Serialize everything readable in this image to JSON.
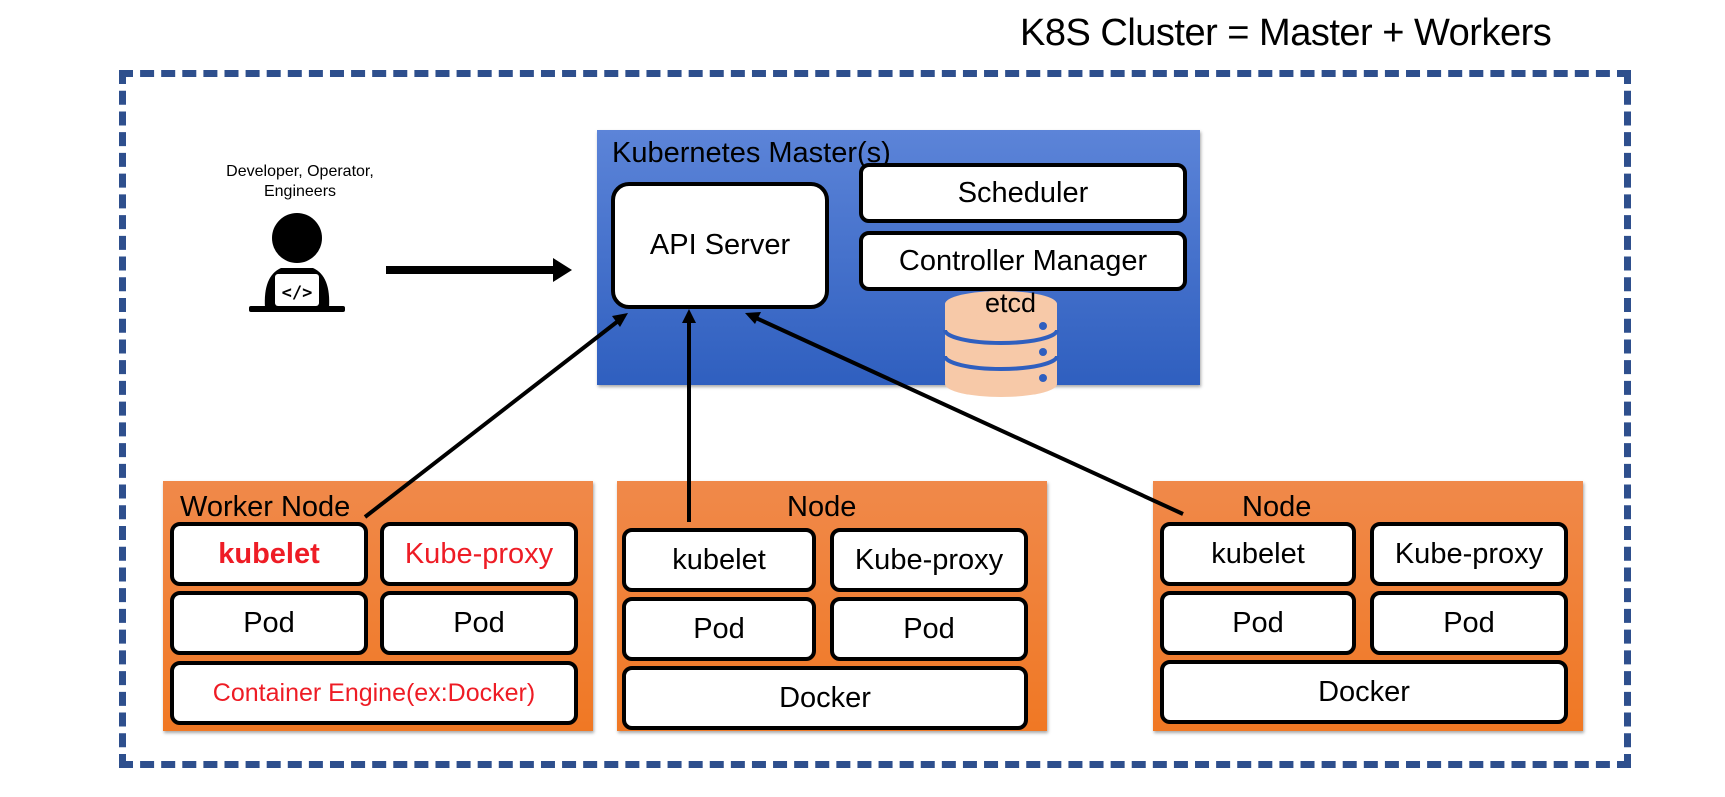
{
  "title": "K8S Cluster = Master + Workers",
  "developer": {
    "label_line1": "Developer, Operator,",
    "label_line2": "Engineers"
  },
  "master": {
    "title": "Kubernetes Master(s)",
    "api_server": "API Server",
    "scheduler": "Scheduler",
    "controller_manager": "Controller Manager",
    "etcd": "etcd"
  },
  "nodes": [
    {
      "title": "Worker Node",
      "kubelet": "kubelet",
      "kube_proxy": "Kube-proxy",
      "pod1": "Pod",
      "pod2": "Pod",
      "runtime": "Container Engine(ex:Docker)"
    },
    {
      "title": "Node",
      "kubelet": "kubelet",
      "kube_proxy": "Kube-proxy",
      "pod1": "Pod",
      "pod2": "Pod",
      "runtime": "Docker"
    },
    {
      "title": "Node",
      "kubelet": "kubelet",
      "kube_proxy": "Kube-proxy",
      "pod1": "Pod",
      "pod2": "Pod",
      "runtime": "Docker"
    }
  ],
  "colors": {
    "cluster_border": "#2e4f8d",
    "master_fill": "#3f6ccb",
    "node_fill": "#f07f35",
    "highlight_text": "#ee1c25",
    "etcd_fill": "#f7c9a8"
  }
}
